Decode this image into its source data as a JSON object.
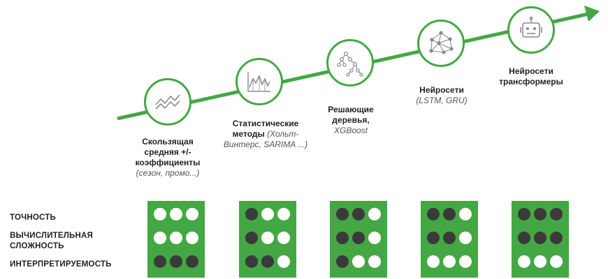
{
  "stages": [
    {
      "icon": "moving-average-icon",
      "title_lines": [
        "Скользящая",
        "средняя +/-",
        "коэффициенты"
      ],
      "note": "(сезон, промо...)"
    },
    {
      "icon": "area-chart-icon",
      "title_lines": [
        "Статистические"
      ],
      "title_inline": "методы",
      "inline_note": " (Хольт-",
      "note": "Винтерс, SARIMA ...)"
    },
    {
      "icon": "decision-tree-icon",
      "title_lines": [
        "Решающие",
        "деревья,"
      ],
      "note": "XGBoost"
    },
    {
      "icon": "neural-network-icon",
      "title_lines": [
        "Нейросети"
      ],
      "note": "(LSTM, GRU)"
    },
    {
      "icon": "robot-icon",
      "title_lines": [
        "Нейросети",
        "трансформеры"
      ],
      "note": ""
    }
  ],
  "metrics": {
    "labels": [
      [
        "ТОЧНОСТЬ"
      ],
      [
        "ВЫЧИСЛИТЕЛЬНАЯ",
        "СЛОЖНОСТЬ"
      ],
      [
        "ИНТЕРПРЕТИРУЕМОСТЬ"
      ]
    ],
    "ratings": [
      [
        0,
        0,
        3
      ],
      [
        1,
        1,
        2
      ],
      [
        2,
        2,
        1
      ],
      [
        2,
        2,
        0
      ],
      [
        3,
        3,
        0
      ]
    ],
    "scale_max": 3
  },
  "colors": {
    "accent": "#43a843",
    "filled_dot": "#3a3a3a",
    "empty_dot": "#ffffff"
  }
}
